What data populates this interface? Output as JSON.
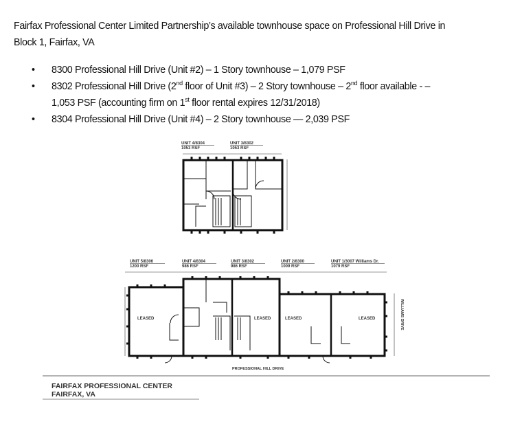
{
  "intro": {
    "line1": "Fairfax Professional Center Limited Partnership’s available townhouse space on Professional Hill Drive in",
    "line2": "Block 1, Fairfax, VA"
  },
  "bullets": [
    {
      "text": "8300 Professional Hill Drive (Unit #2) – 1 Story townhouse – 1,079 PSF"
    },
    {
      "a": "8302 Professional Hill Drive (2",
      "sup1": "nd",
      "b": " floor of Unit #3) – 2 Story townhouse – 2",
      "sup2": "nd",
      "c": " floor available - –"
    },
    {
      "a": "1,053 PSF (accounting firm on 1",
      "sup1": "st",
      "b": " floor rental expires 12/31/2018)"
    },
    {
      "text": "8304 Professional Hill Drive (Unit #4) – 2 Story townhouse — 2,039 PSF"
    }
  ],
  "plan_upper": {
    "units": [
      {
        "name": "UNIT 4/8304",
        "area": "1053 RSF"
      },
      {
        "name": "UNIT 3/8302",
        "area": "1053 RSF"
      }
    ]
  },
  "plan_lower": {
    "units": [
      {
        "name": "UNIT 5/8306",
        "area": "1200 RSF"
      },
      {
        "name": "UNIT 4/8304",
        "area": "986 RSF"
      },
      {
        "name": "UNIT 3/8302",
        "area": "986 RSF"
      },
      {
        "name": "UNIT 2/8300",
        "area": "1009 RSF"
      },
      {
        "name": "UNIT 1/3007 Williams Dr.",
        "area": "1079 RSF"
      }
    ],
    "leased_label": "LEASED",
    "street_bottom": "PROFESSIONAL HILL DRIVE",
    "street_side": "WILLIAMS DRIVE"
  },
  "title_block": {
    "line1": "FAIRFAX PROFESSIONAL CENTER",
    "line2": "FAIRFAX, VA"
  }
}
